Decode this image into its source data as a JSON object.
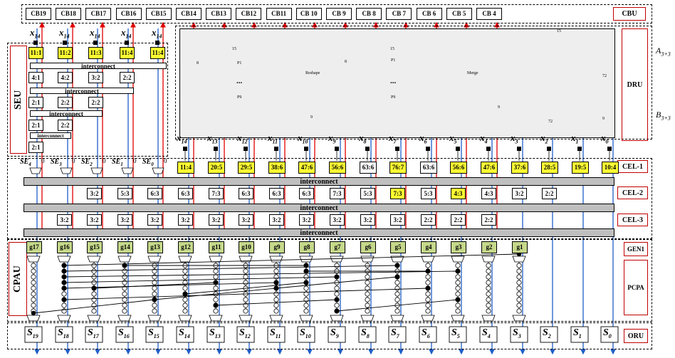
{
  "cb_labels": [
    "CB19",
    "CB18",
    "CB17",
    "CB16",
    "CB15",
    "CB14",
    "CB13",
    "CB12",
    "CB11",
    "CB 10",
    "CB 9",
    "CB 8",
    "CB 7",
    "CB 6",
    "CB 5",
    "CB 4"
  ],
  "units": {
    "cbu": "CBU",
    "dru": "DRU",
    "seu": "SEU",
    "cpau": "CPAU",
    "cel1": "CEL-1",
    "cel2": "CEL-2",
    "cel3": "CEL-3",
    "gen1": "GEN1",
    "pcpa": "PCPA",
    "oru": "ORU"
  },
  "inputs": {
    "a": "A",
    "a_sub": "3+3",
    "b": "B",
    "b_sub": "3+3"
  },
  "interconnect": "interconnect",
  "seu": {
    "top_x": [
      "x",
      "x",
      "x",
      "x",
      "x"
    ],
    "top_sub": "14",
    "row1": [
      "11:1",
      "11:2",
      "11:3",
      "11:4",
      "11:4"
    ],
    "row2": [
      "4:1",
      "4:2",
      "3:2",
      "2:2"
    ],
    "row3": [
      "2:1",
      "2:2",
      "2:2"
    ],
    "row4": [
      "2:1",
      "2:2"
    ],
    "row5": [
      "2:1"
    ],
    "se_labels": [
      "SE",
      "SE",
      "SE",
      "SE",
      "SE"
    ],
    "se_subs": [
      "4",
      "3",
      "2",
      "1",
      "0"
    ],
    "zero": "0"
  },
  "dru": {
    "top_width": "15",
    "left_height": "8",
    "p1": "P1",
    "p9": "P9",
    "dots": "...",
    "reshape": "Reshape",
    "merge": "Merge",
    "tri_width": "15",
    "tri_left_height": "8",
    "tri_top_width": "15",
    "tri_height": "72",
    "side_height": "9",
    "bottom_width": "72",
    "left_bottom": "9",
    "right_bottom": "9"
  },
  "x_labels": [
    "x",
    "x",
    "x",
    "x",
    "x",
    "x",
    "x",
    "x",
    "x",
    "x",
    "x",
    "x",
    "x",
    "x",
    "x"
  ],
  "x_subs": [
    "14",
    "13",
    "12",
    "11",
    "10",
    "9",
    "8",
    "7",
    "6",
    "5",
    "4",
    "3",
    "2",
    "1",
    "0"
  ],
  "cel1": [
    "11:4",
    "20:5",
    "29:5",
    "38:6",
    "47:6",
    "56:6",
    "63:6",
    "76:7",
    "63:6",
    "56:6",
    "47:6",
    "37:6",
    "28:5",
    "19:5",
    "10:4"
  ],
  "cel2": [
    "3:2",
    "5:3",
    "6:3",
    "6:3",
    "7:3",
    "6:3",
    "6:3",
    "6:3",
    "7:3",
    "5:3",
    "7:3",
    "5:3",
    "4:3",
    "4:3",
    "3:2",
    "2:2"
  ],
  "cel3": [
    "3:2",
    "3:2",
    "3:2",
    "3:2",
    "3:2",
    "3:2",
    "3:2",
    "3:2",
    "3:2",
    "3:2",
    "3:2",
    "3:2",
    "2:2",
    "2:2",
    "2:2"
  ],
  "gen": [
    "g17",
    "g16",
    "g15",
    "g14",
    "g13",
    "g12",
    "g11",
    "g10",
    "g9",
    "g8",
    "g7",
    "g6",
    "g5",
    "g4",
    "g3",
    "g2",
    "g1"
  ],
  "s_labels": [
    "S",
    "S",
    "S",
    "S",
    "S",
    "S",
    "S",
    "S",
    "S",
    "S",
    "S",
    "S",
    "S",
    "S",
    "S",
    "S",
    "S",
    "S",
    "S",
    "S"
  ],
  "s_subs": [
    "19",
    "18",
    "17",
    "16",
    "15",
    "14",
    "13",
    "12",
    "11",
    "10",
    "9",
    "8",
    "7",
    "6",
    "5",
    "4",
    "3",
    "2",
    "1",
    "0"
  ],
  "colors": {
    "red": "#e00000",
    "blue": "#1f5fc8",
    "yellow": "#ffff33",
    "green": "#c5d88a",
    "gray": "#bfbfbf",
    "panel": "#eeeeee"
  }
}
